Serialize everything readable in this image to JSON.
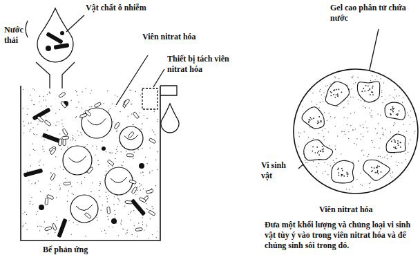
{
  "diagram": {
    "labels": [
      "Nước thải",
      "Vật chất ô nhiễm",
      "Gel cao phân tử chứa nước",
      "Viên nitrat hóa",
      "Thiết bị tách viên nitrat hóa",
      "Vi sinh vật",
      "Viên nitrat hóa",
      "Đưa một khối lượng và chủng loại vi sinh vật tùy ý vào trong viên nitrat hóa và để chúng sinh sôi trong đó.",
      "Bể phản ứng"
    ]
  }
}
